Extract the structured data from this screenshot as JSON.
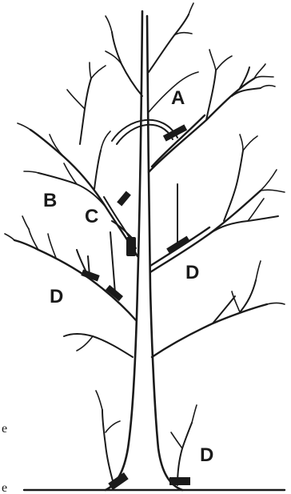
{
  "diagram": {
    "labels": {
      "a": "A",
      "b": "B",
      "c": "C",
      "d_right": "D",
      "d_left": "D",
      "d_bottom": "D"
    },
    "edge_fragments": {
      "upper": "e",
      "lower": "e"
    }
  }
}
